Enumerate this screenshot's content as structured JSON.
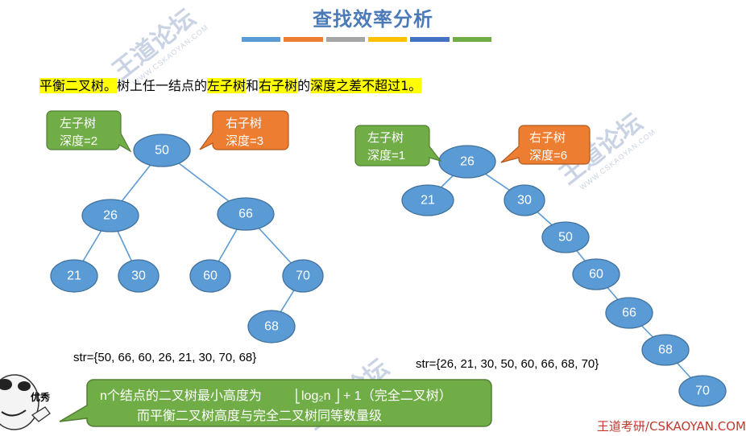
{
  "title": "查找效率分析",
  "title_bar_colors": [
    "#5b9bd5",
    "#ed7d31",
    "#a5a5a5",
    "#ffc000",
    "#4472c4",
    "#70ad47"
  ],
  "statement": {
    "part1": "平衡二叉树。",
    "part2": "树上任一结点的",
    "part3": "左子树",
    "part4": "和",
    "part5": "右子树",
    "part6": "的",
    "part7": "深度之差不超过1。"
  },
  "left_tree": {
    "callout_left": {
      "line1": "左子树",
      "line2": "深度=2"
    },
    "callout_right": {
      "line1": "右子树",
      "line2": "深度=3"
    },
    "nodes": [
      "50",
      "26",
      "66",
      "21",
      "30",
      "60",
      "70",
      "68"
    ],
    "str": "str={50, 66, 60, 26, 21, 30, 70, 68}"
  },
  "right_tree": {
    "callout_left": {
      "line1": "左子树",
      "line2": "深度=1"
    },
    "callout_right": {
      "line1": "右子树",
      "line2": "深度=6"
    },
    "nodes": [
      "26",
      "21",
      "30",
      "50",
      "60",
      "66",
      "68",
      "70"
    ],
    "str": "str={26, 21, 30, 50, 60, 66, 68, 70}"
  },
  "bottom_box": {
    "line1_prefix": "n个结点的二叉树最小高度为",
    "line1_formula": "log₂n",
    "line1_suffix": "+ 1（完全二叉树）",
    "line2": "而平衡二叉树高度与完全二叉树同等数量级"
  },
  "meme_label": "优秀",
  "watermark": {
    "text": "王道论坛",
    "domain": "WWW.CSKAOYAN.COM"
  },
  "footer": "王道考研/CSKAOYAN.COM",
  "colors": {
    "node": "#5b9bd5",
    "node_border": "#41719c",
    "green": "#70ad47",
    "orange": "#ed7d31",
    "footer": "#c0392b"
  }
}
